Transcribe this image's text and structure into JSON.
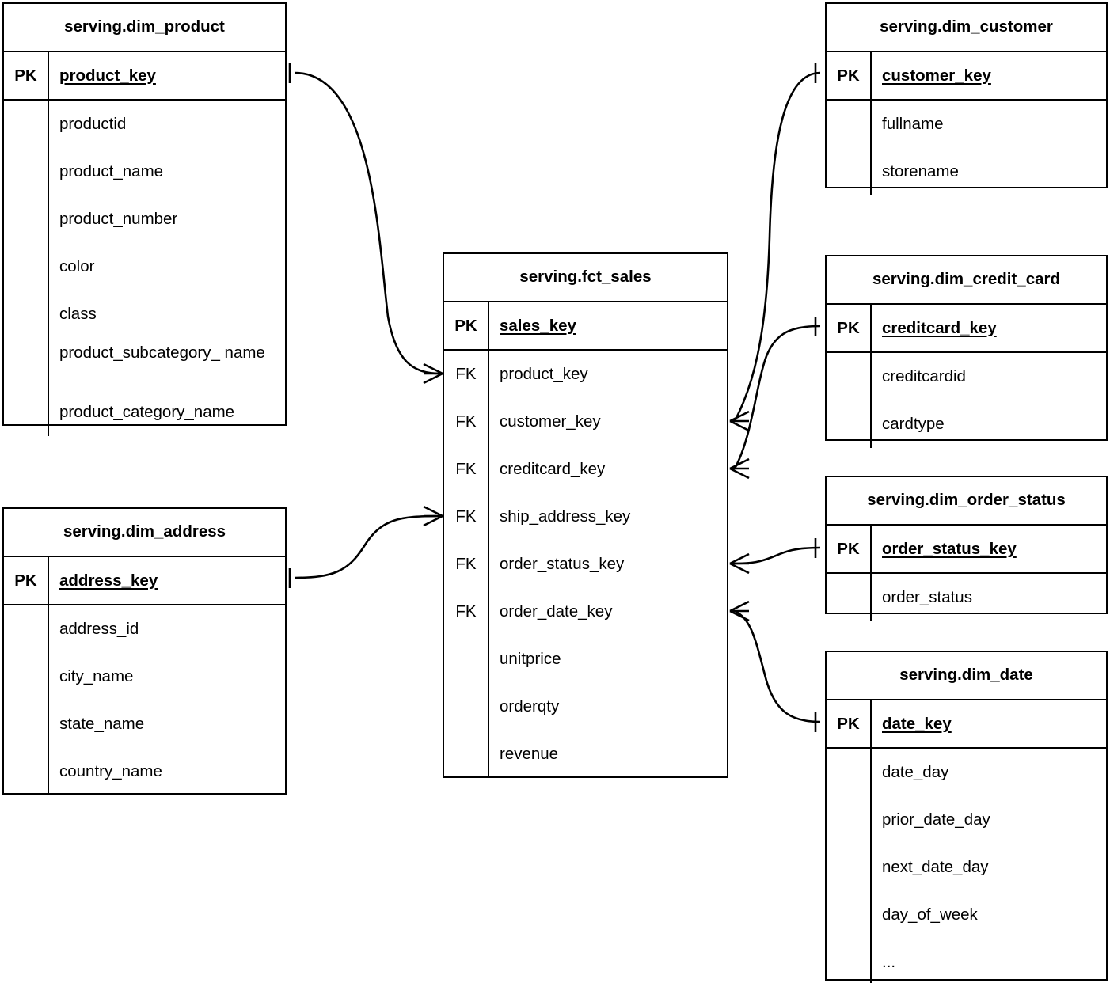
{
  "diagram": {
    "kind": "entity-relationship-diagram",
    "notation": "crow's-foot",
    "background_color": "#ffffff",
    "line_color": "#000000",
    "text_color": "#000000"
  },
  "entities": {
    "dim_product": {
      "title": "serving.dim_product",
      "pk_tag": "PK",
      "pk_name": "product_key",
      "attributes": [
        {
          "tag": "",
          "name": "productid"
        },
        {
          "tag": "",
          "name": "product_name"
        },
        {
          "tag": "",
          "name": "product_number"
        },
        {
          "tag": "",
          "name": "color"
        },
        {
          "tag": "",
          "name": "class"
        },
        {
          "tag": "",
          "name": "product_subcategory_ name"
        },
        {
          "tag": "",
          "name": "product_category_name"
        }
      ]
    },
    "dim_address": {
      "title": "serving.dim_address",
      "pk_tag": "PK",
      "pk_name": "address_key",
      "attributes": [
        {
          "tag": "",
          "name": "address_id"
        },
        {
          "tag": "",
          "name": "city_name"
        },
        {
          "tag": "",
          "name": "state_name"
        },
        {
          "tag": "",
          "name": "country_name"
        }
      ]
    },
    "fct_sales": {
      "title": "serving.fct_sales",
      "pk_tag": "PK",
      "pk_name": "sales_key",
      "attributes": [
        {
          "tag": "FK",
          "name": "product_key"
        },
        {
          "tag": "FK",
          "name": "customer_key"
        },
        {
          "tag": "FK",
          "name": "creditcard_key"
        },
        {
          "tag": "FK",
          "name": "ship_address_key"
        },
        {
          "tag": "FK",
          "name": "order_status_key"
        },
        {
          "tag": "FK",
          "name": "order_date_key"
        },
        {
          "tag": "",
          "name": "unitprice"
        },
        {
          "tag": "",
          "name": "orderqty"
        },
        {
          "tag": "",
          "name": "revenue"
        }
      ]
    },
    "dim_customer": {
      "title": "serving.dim_customer",
      "pk_tag": "PK",
      "pk_name": "customer_key",
      "attributes": [
        {
          "tag": "",
          "name": "fullname"
        },
        {
          "tag": "",
          "name": "storename"
        }
      ]
    },
    "dim_credit_card": {
      "title": "serving.dim_credit_card",
      "pk_tag": "PK",
      "pk_name": "creditcard_key",
      "attributes": [
        {
          "tag": "",
          "name": "creditcardid"
        },
        {
          "tag": "",
          "name": "cardtype"
        }
      ]
    },
    "dim_order_status": {
      "title": "serving.dim_order_status",
      "pk_tag": "PK",
      "pk_name": "order_status_key",
      "attributes": [
        {
          "tag": "",
          "name": "order_status"
        }
      ]
    },
    "dim_date": {
      "title": "serving.dim_date",
      "pk_tag": "PK",
      "pk_name": "date_key",
      "attributes": [
        {
          "tag": "",
          "name": "date_day"
        },
        {
          "tag": "",
          "name": "prior_date_day"
        },
        {
          "tag": "",
          "name": "next_date_day"
        },
        {
          "tag": "",
          "name": "day_of_week"
        },
        {
          "tag": "",
          "name": "..."
        }
      ]
    }
  },
  "relationships": [
    {
      "from": "dim_product.product_key",
      "to": "fct_sales.product_key",
      "from_cardinality": "one",
      "to_cardinality": "many"
    },
    {
      "from": "dim_address.address_key",
      "to": "fct_sales.ship_address_key",
      "from_cardinality": "one",
      "to_cardinality": "many"
    },
    {
      "from": "dim_customer.customer_key",
      "to": "fct_sales.customer_key",
      "from_cardinality": "one",
      "to_cardinality": "many"
    },
    {
      "from": "dim_credit_card.creditcard_key",
      "to": "fct_sales.creditcard_key",
      "from_cardinality": "one",
      "to_cardinality": "many"
    },
    {
      "from": "dim_order_status.order_status_key",
      "to": "fct_sales.order_status_key",
      "from_cardinality": "one",
      "to_cardinality": "many"
    },
    {
      "from": "dim_date.date_key",
      "to": "fct_sales.order_date_key",
      "from_cardinality": "one",
      "to_cardinality": "many"
    }
  ]
}
